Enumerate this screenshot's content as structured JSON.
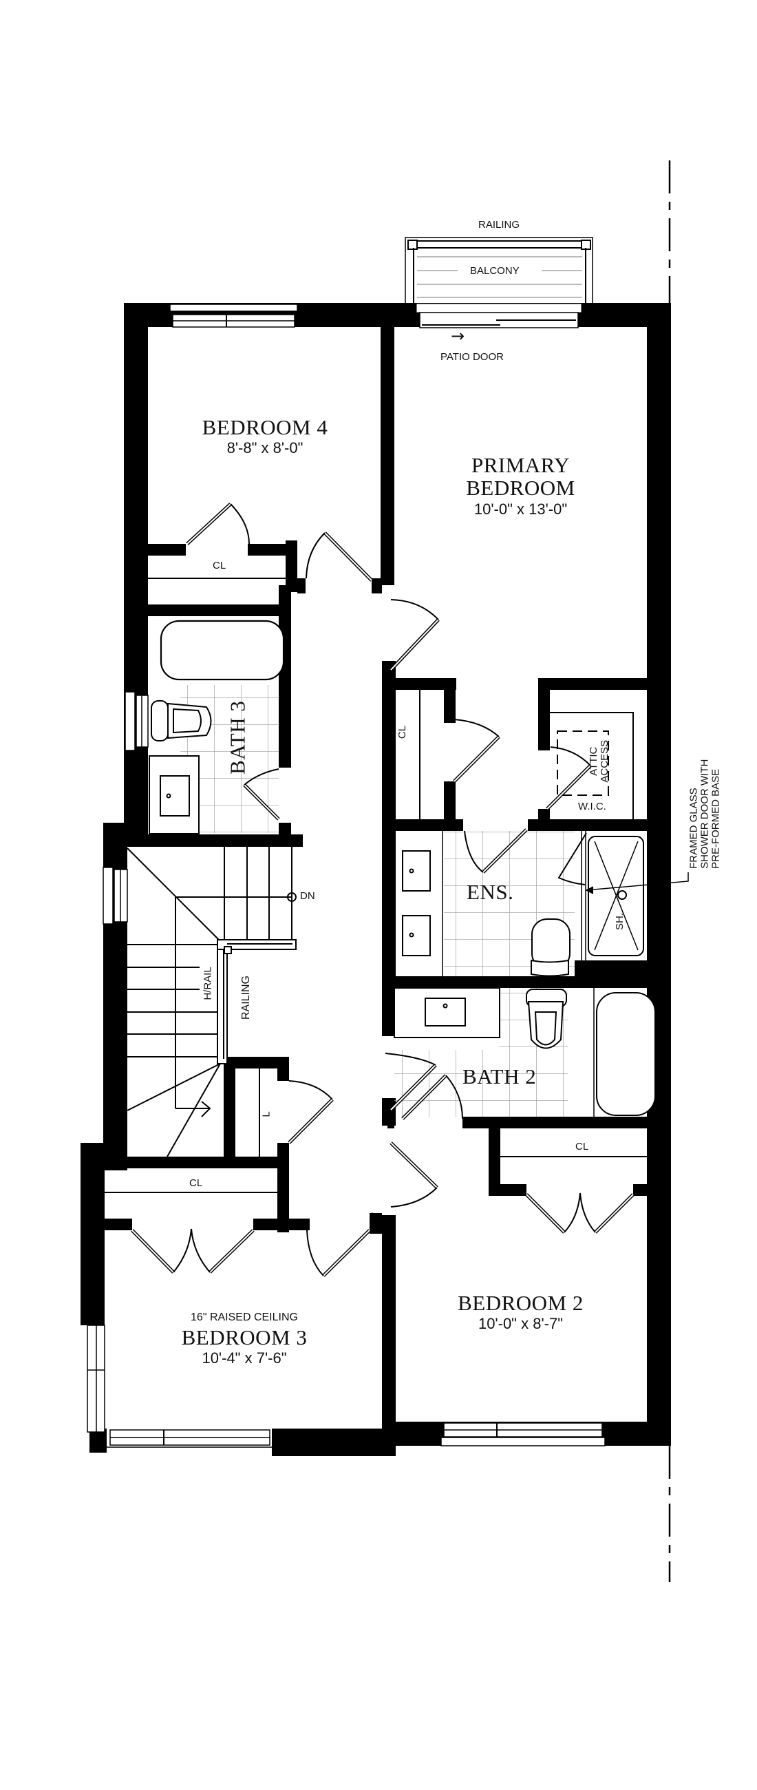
{
  "plan": {
    "colors": {
      "wall": "#000000",
      "background": "#ffffff",
      "tile_grid": "#999999",
      "text": "#111111"
    },
    "rooms": {
      "bedroom4": {
        "name": "BEDROOM 4",
        "dimensions": "8'-8\" x 8'-0\""
      },
      "primary": {
        "name_line1": "PRIMARY",
        "name_line2": "BEDROOM",
        "dimensions": "10'-0\" x 13'-0\""
      },
      "bath3": {
        "name": "BATH 3"
      },
      "ensuite": {
        "name": "ENS."
      },
      "bath2": {
        "name": "BATH 2"
      },
      "bedroom2": {
        "name": "BEDROOM 2",
        "dimensions": "10'-0\" x 8'-7\""
      },
      "bedroom3": {
        "name": "BEDROOM 3",
        "dimensions": "10'-4\" x 7'-6\"",
        "note": "16\" RAISED CEILING"
      }
    },
    "labels": {
      "railing_top": "RAILING",
      "balcony": "BALCONY",
      "patio_door": "PATIO DOOR",
      "patio_arrow": "→",
      "closet_bed4": "CL",
      "closet_primary": "CL",
      "wic": "W.I.C.",
      "attic_line1": "ATTIC",
      "attic_line2": "ACCESS",
      "shower": "SH.",
      "shower_note_line1": "FRAMED GLASS",
      "shower_note_line2": "SHOWER DOOR WITH",
      "shower_note_line3": "PRE-FORMED BASE",
      "stairs_down": "DN",
      "handrail": "H/RAIL",
      "railing_stair": "RAILING",
      "linen": "L",
      "closet_bed2": "CL",
      "closet_bed3": "CL"
    }
  }
}
